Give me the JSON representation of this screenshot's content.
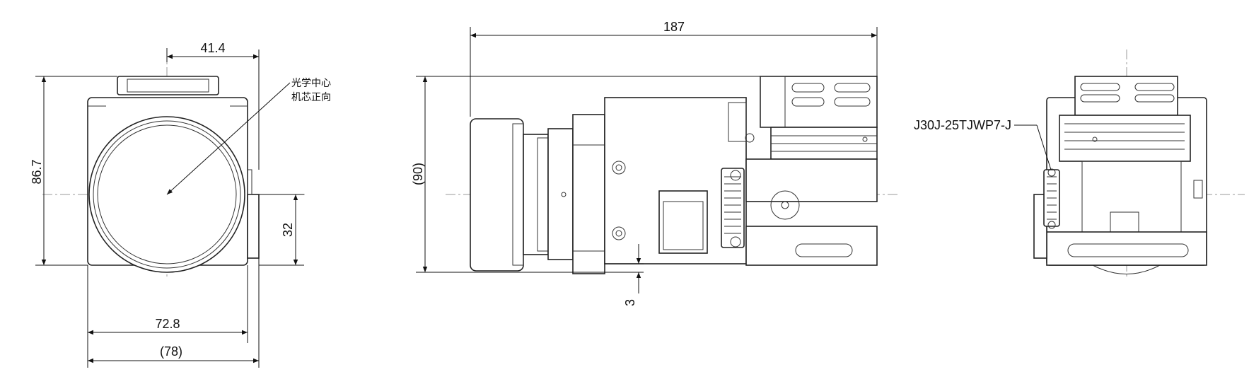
{
  "front_view": {
    "dim_top": "41.4",
    "dim_height": "86.7",
    "dim_right": "32",
    "dim_width": "72.8",
    "dim_overall_width": "(78)",
    "note_line1": "光学中心",
    "note_line2": "机芯正向"
  },
  "side_view": {
    "dim_length": "187",
    "dim_height": "(90)",
    "dim_offset": "3"
  },
  "rear_view": {
    "connector_label": "J30J-25TJWP7-J"
  }
}
